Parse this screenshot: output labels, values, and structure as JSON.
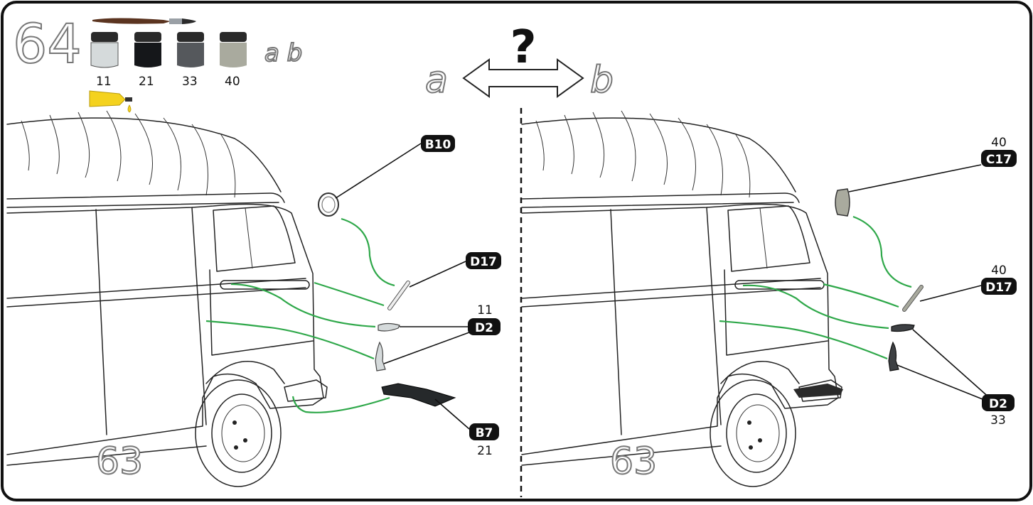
{
  "step": {
    "number": "64",
    "sub_steps": "a b"
  },
  "paints": [
    {
      "code": "11",
      "color": "#d5dadb"
    },
    {
      "code": "21",
      "color": "#15171a"
    },
    {
      "code": "33",
      "color": "#55585c"
    },
    {
      "code": "40",
      "color": "#a9aa9e"
    }
  ],
  "choice": {
    "question_mark": "?",
    "left_label": "a",
    "right_label": "b"
  },
  "variant_a": {
    "previous_step": "63",
    "parts": [
      {
        "code": "B10",
        "paint": ""
      },
      {
        "code": "D17",
        "paint": ""
      },
      {
        "code": "D2",
        "paint": "11"
      },
      {
        "code": "B7",
        "paint": "21"
      }
    ]
  },
  "variant_b": {
    "previous_step": "63",
    "parts": [
      {
        "code": "C17",
        "paint": "40"
      },
      {
        "code": "D17",
        "paint": "40"
      },
      {
        "code": "D2",
        "paint": "33"
      }
    ]
  },
  "colors": {
    "arrow": "#2fa84a",
    "glue": "#f4d21e",
    "tag_bg": "#111111"
  }
}
